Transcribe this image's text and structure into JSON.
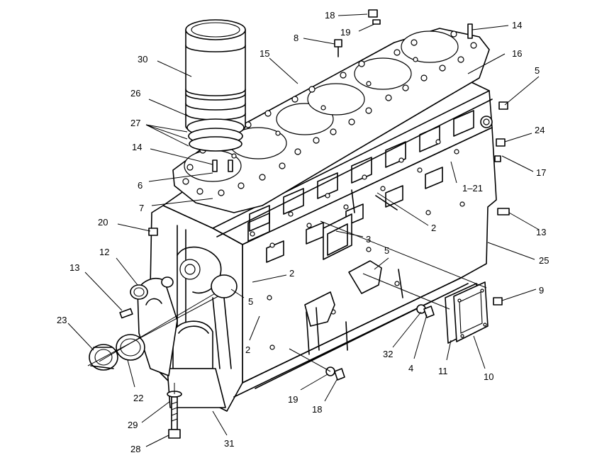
{
  "callouts": [
    {
      "id": "c18a",
      "text": "18"
    },
    {
      "id": "c19a",
      "text": "19"
    },
    {
      "id": "c14a",
      "text": "14"
    },
    {
      "id": "c8",
      "text": "8"
    },
    {
      "id": "c30",
      "text": "30"
    },
    {
      "id": "c15",
      "text": "15"
    },
    {
      "id": "c16",
      "text": "16"
    },
    {
      "id": "c5a",
      "text": "5"
    },
    {
      "id": "c26",
      "text": "26"
    },
    {
      "id": "c27",
      "text": "27"
    },
    {
      "id": "c24",
      "text": "24"
    },
    {
      "id": "c14b",
      "text": "14"
    },
    {
      "id": "c17",
      "text": "17"
    },
    {
      "id": "c6",
      "text": "6"
    },
    {
      "id": "c121",
      "text": "1–21"
    },
    {
      "id": "c7",
      "text": "7"
    },
    {
      "id": "c2a",
      "text": "2"
    },
    {
      "id": "c13a",
      "text": "13"
    },
    {
      "id": "c20",
      "text": "20"
    },
    {
      "id": "c3",
      "text": "3"
    },
    {
      "id": "c5b",
      "text": "5"
    },
    {
      "id": "c12",
      "text": "12"
    },
    {
      "id": "c25",
      "text": "25"
    },
    {
      "id": "c13b",
      "text": "13"
    },
    {
      "id": "c2b",
      "text": "2"
    },
    {
      "id": "c9",
      "text": "9"
    },
    {
      "id": "c5c",
      "text": "5"
    },
    {
      "id": "c23",
      "text": "23"
    },
    {
      "id": "c2c",
      "text": "2"
    },
    {
      "id": "c32",
      "text": "32"
    },
    {
      "id": "c4",
      "text": "4"
    },
    {
      "id": "c11",
      "text": "11"
    },
    {
      "id": "c10",
      "text": "10"
    },
    {
      "id": "c22",
      "text": "22"
    },
    {
      "id": "c19b",
      "text": "19"
    },
    {
      "id": "c18b",
      "text": "18"
    },
    {
      "id": "c29",
      "text": "29"
    },
    {
      "id": "c31",
      "text": "31"
    },
    {
      "id": "c28",
      "text": "28"
    }
  ]
}
